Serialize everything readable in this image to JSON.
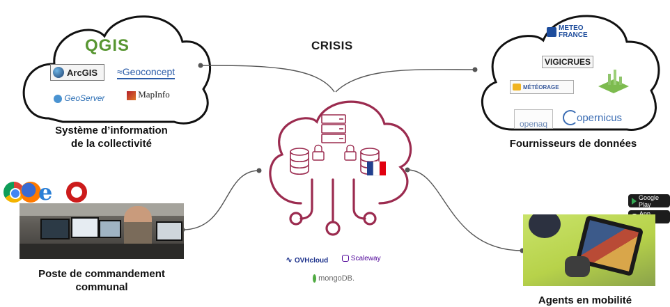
{
  "title": "CRISIS",
  "left_cloud": {
    "caption_line1": "Système d’information",
    "caption_line2": "de la collectivité",
    "logos": [
      "QGIS",
      "ArcGIS",
      "Geoconcept",
      "GeoServer",
      "MapInfo"
    ]
  },
  "right_cloud": {
    "caption": "Fournisseurs de données",
    "logos": {
      "meteo_line1": "METEO",
      "meteo_line2": "FRANCE",
      "vigicrues": "VIGICRUES",
      "meteorage": "MÉTÉORAGE",
      "openaq": "openaq",
      "copernicus": "opernicus"
    }
  },
  "command_post": {
    "caption_line1": "Poste de commandement",
    "caption_line2": "communal"
  },
  "mobile_agents": {
    "caption": "Agents en mobilité",
    "store_badges": [
      "Google Play",
      "App Store"
    ]
  },
  "hosting": {
    "ovh": "OVHcloud",
    "scaleway": "Scaleway",
    "mongodb": "mongoDB."
  },
  "colors": {
    "cloud_accent": "#9b2b4f",
    "connector": "#555555",
    "qgis_green": "#589632",
    "geoconcept_blue": "#2a5ba8"
  },
  "icons": [
    "server-icon",
    "database-icon",
    "lock-icon",
    "french-flag-icon",
    "browser-icons",
    "google-play-icon",
    "apple-icon"
  ]
}
